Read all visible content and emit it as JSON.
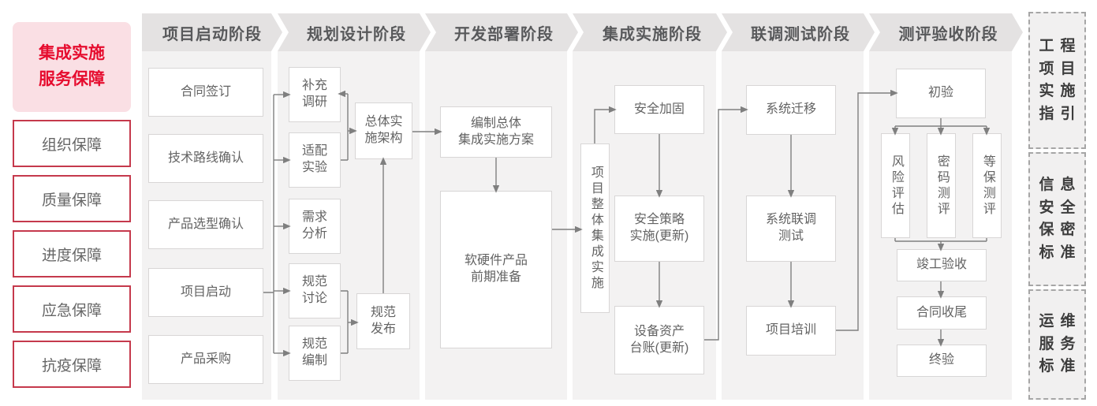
{
  "sidebar": {
    "title": "集成实施\n服务保障",
    "items": [
      {
        "label": "组织保障"
      },
      {
        "label": "质量保障"
      },
      {
        "label": "进度保障"
      },
      {
        "label": "应急保障"
      },
      {
        "label": "抗疫保障"
      }
    ]
  },
  "phases": [
    {
      "label": "项目启动阶段",
      "boxes": [
        {
          "label": "合同签订"
        },
        {
          "label": "技术路线确认"
        },
        {
          "label": "产品选型确认"
        },
        {
          "label": "项目启动"
        },
        {
          "label": "产品采购"
        }
      ]
    },
    {
      "label": "规划设计阶段",
      "boxes": [
        {
          "label": "补充\n调研"
        },
        {
          "label": "适配\n实验"
        },
        {
          "label": "需求\n分析"
        },
        {
          "label": "规范\n讨论"
        },
        {
          "label": "规范\n编制"
        },
        {
          "label": "总体实\n施架构"
        },
        {
          "label": "规范\n发布"
        }
      ]
    },
    {
      "label": "开发部署阶段",
      "boxes": [
        {
          "label": "编制总体\n集成实施方案"
        },
        {
          "label": "软硬件产品\n前期准备"
        }
      ]
    },
    {
      "label": "集成实施阶段",
      "boxes": [
        {
          "label": "项目整体集成实施"
        },
        {
          "label": "安全加固"
        },
        {
          "label": "安全策略\n实施(更新)"
        },
        {
          "label": "设备资产\n台账(更新)"
        }
      ]
    },
    {
      "label": "联调测试阶段",
      "boxes": [
        {
          "label": "系统迁移"
        },
        {
          "label": "系统联调\n测试"
        },
        {
          "label": "项目培训"
        }
      ]
    },
    {
      "label": "测评验收阶段",
      "boxes": [
        {
          "label": "初验"
        },
        {
          "label": "风险评估"
        },
        {
          "label": "密码测评"
        },
        {
          "label": "等保测评"
        },
        {
          "label": "竣工验收"
        },
        {
          "label": "合同收尾"
        },
        {
          "label": "终验"
        }
      ]
    }
  ],
  "standards": [
    {
      "title": "工程项目实施指引",
      "lines": [
        "工程",
        "项目",
        "实施",
        "指引"
      ]
    },
    {
      "title": "信息安全保密标准",
      "lines": [
        "信息",
        "安全",
        "保密",
        "标准"
      ]
    },
    {
      "title": "运维服务标准",
      "lines": [
        "运维",
        "服务",
        "标准"
      ]
    }
  ],
  "colors": {
    "accent_red": "#e60c2e",
    "border_red": "#c5394c",
    "pink_bg": "#fadfe4",
    "banner_bg": "#e4e2e2",
    "column_bg": "#f3f2f2",
    "node_border": "#d8d6d6",
    "node_text": "#636363",
    "arrow_gray": "#7f7f7f",
    "standard_text": "#3d3d3d"
  }
}
